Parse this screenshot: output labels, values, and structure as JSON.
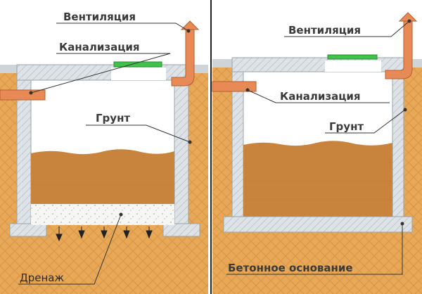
{
  "left_panel": {
    "labels": {
      "ventilation": "Вентиляция",
      "sewer": "Канализация",
      "soil": "Грунт",
      "drainage": "Дренаж"
    }
  },
  "right_panel": {
    "labels": {
      "ventilation": "Вентиляция",
      "sewer": "Канализация",
      "soil": "Грунт",
      "concrete_base": "Бетонное основание"
    }
  },
  "colors": {
    "soil": "#e8a857",
    "concrete": "#dde3e7",
    "sludge": "#c8843c",
    "pipe": "#e88a55",
    "hatch_green": "#3fc14a",
    "gravel": "#f4f4f4"
  }
}
